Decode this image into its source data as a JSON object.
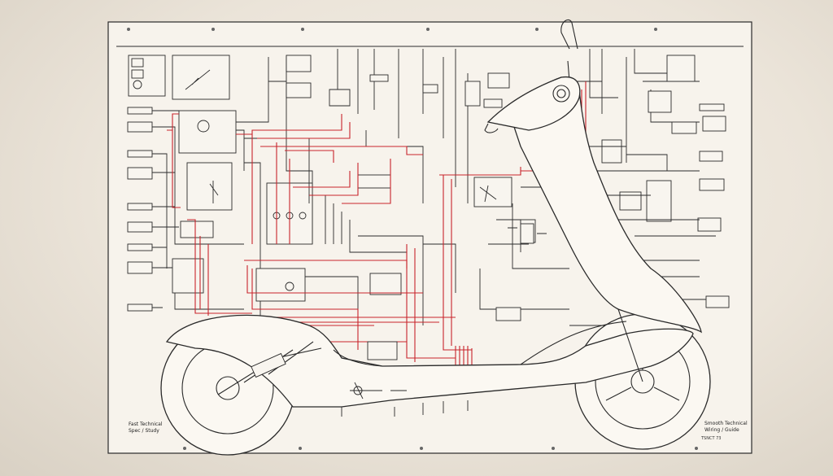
{
  "legend_bottom_left": [
    "Fast Technical",
    "Spec / Study"
  ],
  "legend_bottom_right": [
    "Smooth Technical",
    "Wiring / Guide"
  ],
  "sheet_code": "TSNCT 73",
  "colors": {
    "paper": "#f7f3ec",
    "ink": "#2a2a2a",
    "wire_red": "#c8242b"
  }
}
